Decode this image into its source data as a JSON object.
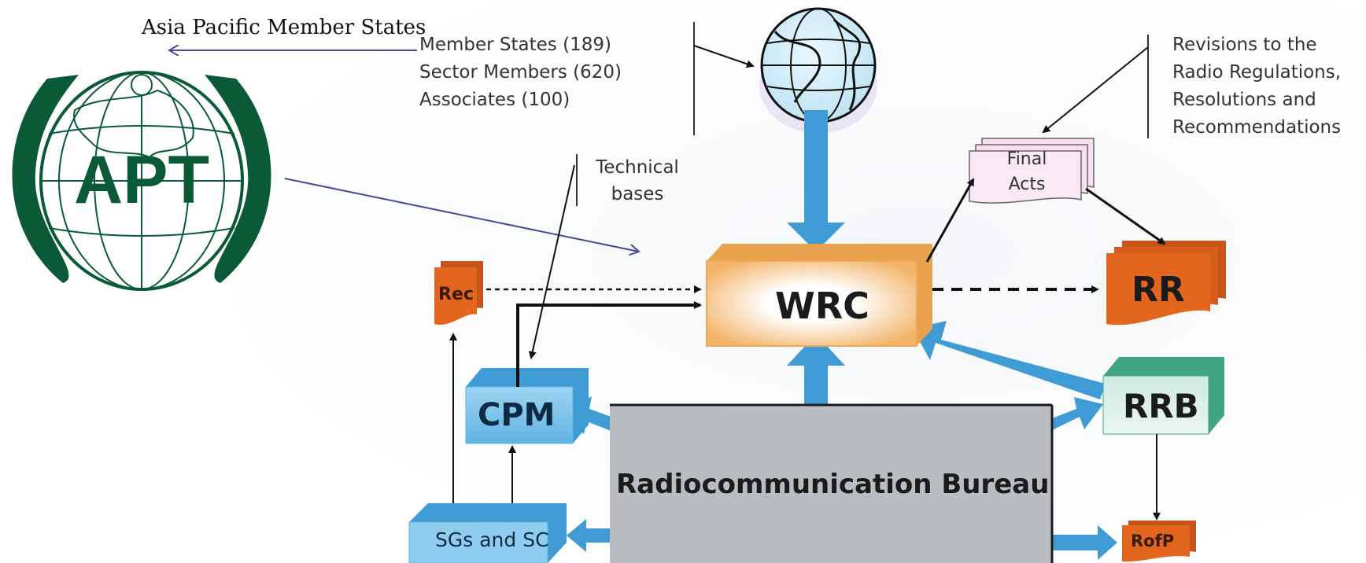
{
  "apt_logo": {
    "caption": "Asia Pacific Member States",
    "lettering": "APT"
  },
  "membership": {
    "member_states": "Member States (189)",
    "sector_members": "Sector Members (620)",
    "associates": "Associates (100)"
  },
  "revisions": {
    "line1": "Revisions to the",
    "line2": "Radio Regulations,",
    "line3": "Resolutions and",
    "line4": "Recommendations"
  },
  "technical_bases": {
    "line1": "Technical",
    "line2": "bases"
  },
  "final_acts": {
    "line1": "Final",
    "line2": "Acts"
  },
  "nodes": {
    "wrc": "WRC",
    "rr": "RR",
    "cpm": "CPM",
    "rrb": "RRB",
    "rec": "Rec",
    "bureau": "Radiocommunication Bureau",
    "sgs": "SGs and SC",
    "rofp": "RofP"
  },
  "colors": {
    "apt_green": "#0a5a37",
    "flow_blue": "#3f9bd4",
    "wrc_orange": "#f3b46a",
    "doc_orange": "#e2661e",
    "rrb_green": "#3fa582",
    "bureau_gray": "#b9bcc0",
    "pointer_purple": "#4a4a9a"
  }
}
